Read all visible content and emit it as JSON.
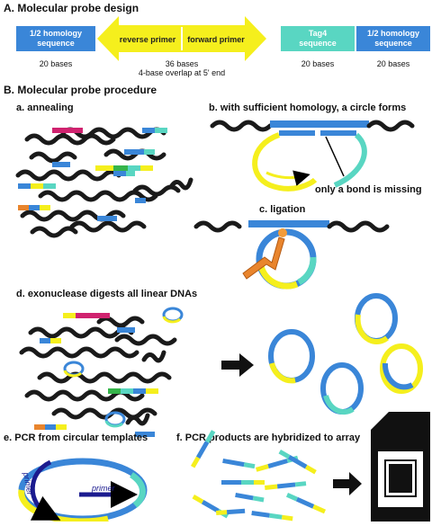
{
  "colors": {
    "homology": "#3a86d8",
    "primer": "#f5ef1d",
    "tag": "#59d6c2",
    "magenta": "#d0226f",
    "green": "#35b44a",
    "orange": "#e9852d",
    "dna": "#1a1a1a"
  },
  "sectionA": {
    "title": "A.  Molecular probe design",
    "box_homology_left": "1/2 homology\nsequence",
    "box_reverse": "reverse primer",
    "box_forward": "forward primer",
    "box_tag": "Tag4\nsequence",
    "box_homology_right": "1/2 homology\nsequence",
    "label_20_left": "20 bases",
    "label_36": "36 bases",
    "label_overlap": "4-base overlap at 5' end",
    "label_20_tag": "20 bases",
    "label_20_right": "20 bases"
  },
  "sectionB": {
    "title": "B.  Molecular probe procedure",
    "a": "a.  annealing",
    "b": "b.  with sufficient homology, a circle forms",
    "b_note": "only a bond is missing",
    "c": "c.  ligation",
    "d": "d.  exonuclease digests all linear DNAs",
    "e": "e.  PCR from circular templates",
    "e_primer_inner": "primer",
    "e_primer_outer": "primer",
    "f": "f.  PCR products are hybridized to array"
  }
}
